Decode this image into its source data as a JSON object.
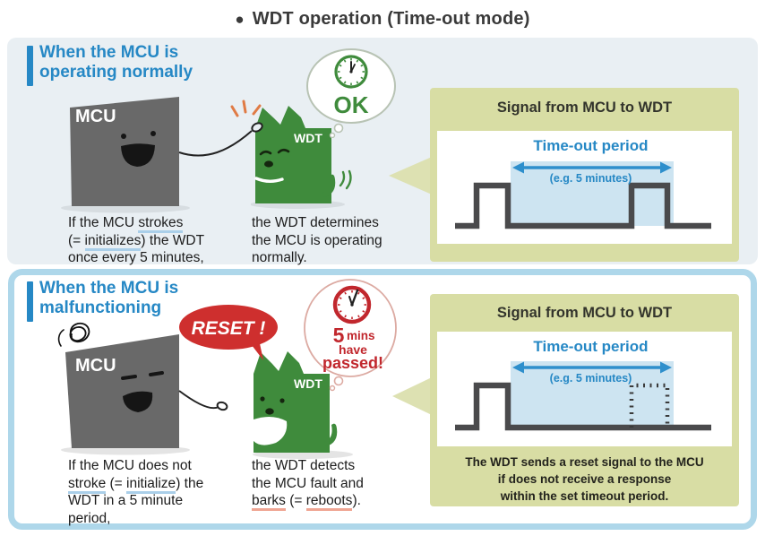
{
  "title": {
    "bullet": "●",
    "text": "WDT operation (Time-out mode)"
  },
  "panel_normal": {
    "heading_lines": [
      "When the MCU is",
      "operating normally"
    ],
    "mcu_label": "MCU",
    "wdt_label": "WDT",
    "thought_ok": "OK",
    "caption_left": [
      {
        "t": "If the MCU "
      },
      {
        "t": "strokes",
        "u": "blue"
      },
      {
        "br": true
      },
      {
        "t": "(= "
      },
      {
        "t": "initializes",
        "u": "blue"
      },
      {
        "t": ") the WDT"
      },
      {
        "br": true
      },
      {
        "t": "once every 5 minutes,"
      }
    ],
    "caption_right": [
      {
        "t": "the WDT determines"
      },
      {
        "br": true
      },
      {
        "t": "the MCU is operating"
      },
      {
        "br": true
      },
      {
        "t": "normally."
      }
    ],
    "signal": {
      "title": "Signal from MCU to WDT",
      "timeout_label": "Time-out period",
      "example_label": "(e.g. 5 minutes)"
    }
  },
  "panel_fault": {
    "heading_lines": [
      "When the MCU is",
      "malfunctioning"
    ],
    "mcu_label": "MCU",
    "wdt_label": "WDT",
    "reset_label": "RESET !",
    "thought": {
      "number": "5",
      "unit": "mins",
      "line2": "have",
      "line3": "passed!"
    },
    "caption_left": [
      {
        "t": "If the MCU does not"
      },
      {
        "br": true
      },
      {
        "t": "stroke",
        "u": "blue"
      },
      {
        "t": " (= "
      },
      {
        "t": "initialize",
        "u": "blue"
      },
      {
        "t": ") the"
      },
      {
        "br": true
      },
      {
        "t": "WDT in a 5 minute"
      },
      {
        "br": true
      },
      {
        "t": "period,"
      }
    ],
    "caption_right": [
      {
        "t": "the WDT detects"
      },
      {
        "br": true
      },
      {
        "t": "the MCU fault and"
      },
      {
        "br": true
      },
      {
        "t": "barks",
        "u": "red"
      },
      {
        "t": " (= "
      },
      {
        "t": "reboots",
        "u": "red"
      },
      {
        "t": ")."
      }
    ],
    "signal": {
      "title": "Signal from MCU to WDT",
      "timeout_label": "Time-out period",
      "example_label": "(e.g. 5 minutes)"
    },
    "note_lines": [
      "The WDT sends a reset signal to the MCU",
      "if does not receive a response",
      "within the set timeout period."
    ]
  },
  "colors": {
    "accent_blue": "#2688c5",
    "wdt_green": "#3f8b3c",
    "mcu_gray": "#696969",
    "alert_red": "#ce2f2e",
    "clock_red": "#c1272d",
    "panel_top_bg": "#e9eff3",
    "panel_border": "#aed7ea",
    "signal_box_bg": "#d8dda4",
    "timeout_shade": "#cde4f1",
    "signal_line": "#4a4a4c",
    "underline_blue": "#aacfe9",
    "underline_red": "#efa593"
  }
}
